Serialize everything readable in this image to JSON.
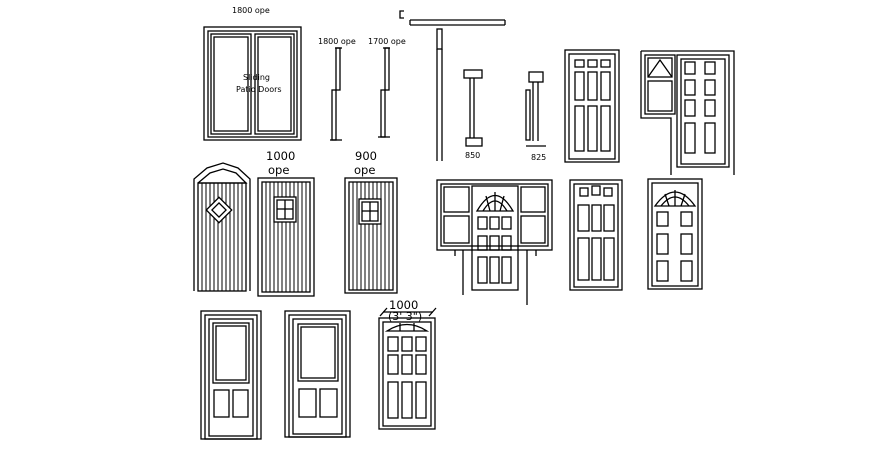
{
  "labels": {
    "sliding_ope": "1800 ope",
    "sliding_text_1": "Sliding",
    "sliding_text_2": "Patio Doors",
    "frame_1800": "1800 ope",
    "frame_1700": "1700 ope",
    "section_850": "850",
    "section_825": "825",
    "ledged_1000_a": "1000",
    "ledged_1000_b": "ope",
    "ledged_900_a": "900",
    "ledged_900_b": "ope",
    "glazed_1000": "1000",
    "glazed_1000_imperial": "(3' 3\")"
  },
  "colors": {
    "line": "#000000",
    "background": "#ffffff"
  }
}
